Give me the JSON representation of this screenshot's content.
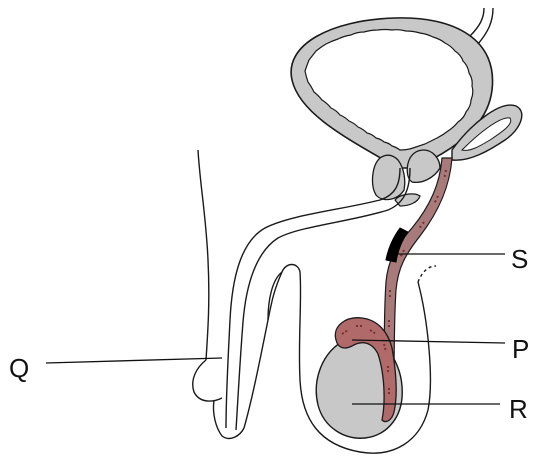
{
  "labels": {
    "s": "S",
    "p": "P",
    "q": "Q",
    "r": "R"
  },
  "colors": {
    "outline": "#1a1a1a",
    "organ_fill": "#c8c8c8",
    "duct_fill": "#a87a7a",
    "duct_dots": "#7a3030",
    "epididymis_fill": "#b06a6a",
    "marked_section": "#000000",
    "background": "#ffffff"
  }
}
